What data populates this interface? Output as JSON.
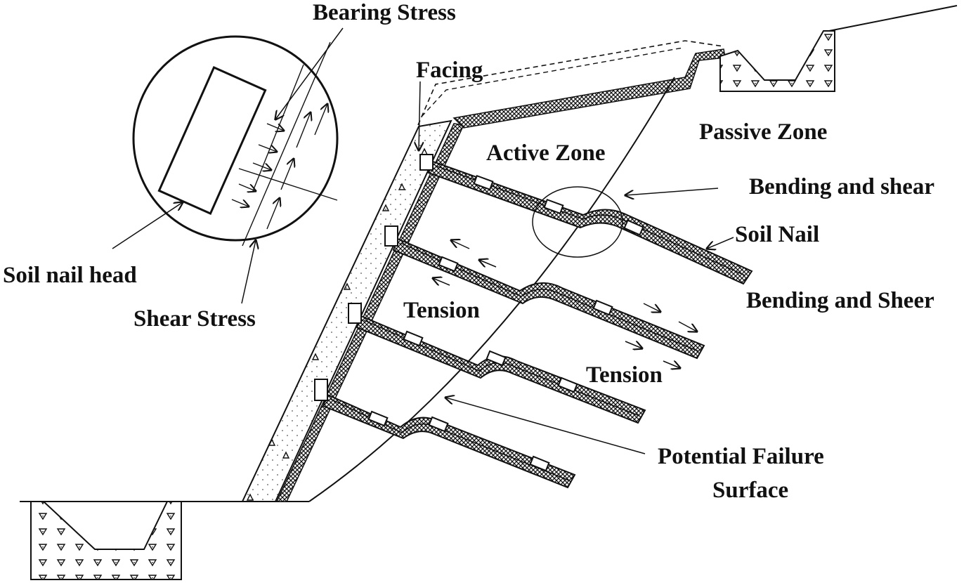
{
  "labels": {
    "bearing_stress": "Bearing Stress",
    "facing": "Facing",
    "passive_zone": "Passive Zone",
    "active_zone": "Active Zone",
    "bending_and_shear": "Bending and shear",
    "soil_nail": "Soil Nail",
    "soil_nail_head": "Soil nail head",
    "bending_and_sheer": "Bending and Sheer",
    "tension": "Tension",
    "shear_stress": "Shear Stress",
    "potential_failure_line1": "Potential Failure",
    "potential_failure_line2": "Surface"
  },
  "colors": {
    "line": "#111111",
    "background": "#ffffff"
  }
}
